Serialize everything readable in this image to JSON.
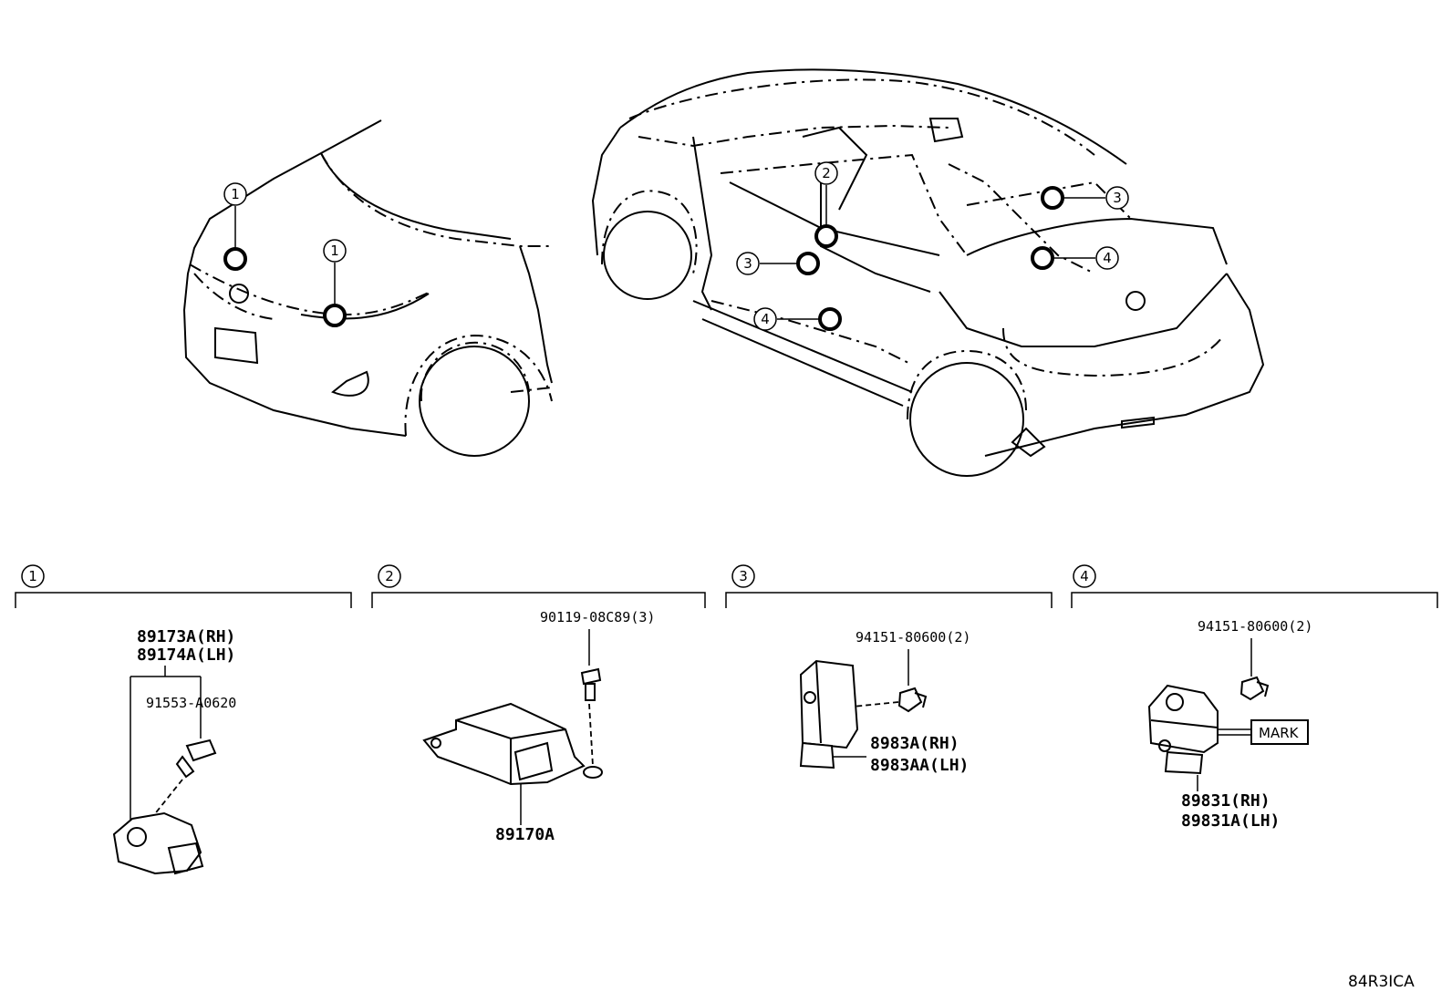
{
  "callouts": {
    "c1": "1",
    "c2": "2",
    "c3": "3",
    "c4": "4"
  },
  "sections": [
    {
      "id": "1",
      "parts": [
        "89173A(RH)",
        "89174A(LH)",
        "91553-A0620"
      ]
    },
    {
      "id": "2",
      "parts": [
        "90119-08C89(3)",
        "89170A"
      ]
    },
    {
      "id": "3",
      "parts": [
        "94151-80600(2)",
        "8983A(RH)",
        "8983AA(LH)"
      ]
    },
    {
      "id": "4",
      "parts": [
        "94151-80600(2)",
        "MARK",
        "89831(RH)",
        "89831A(LH)"
      ]
    }
  ],
  "diagram_code": "84R3ICA"
}
